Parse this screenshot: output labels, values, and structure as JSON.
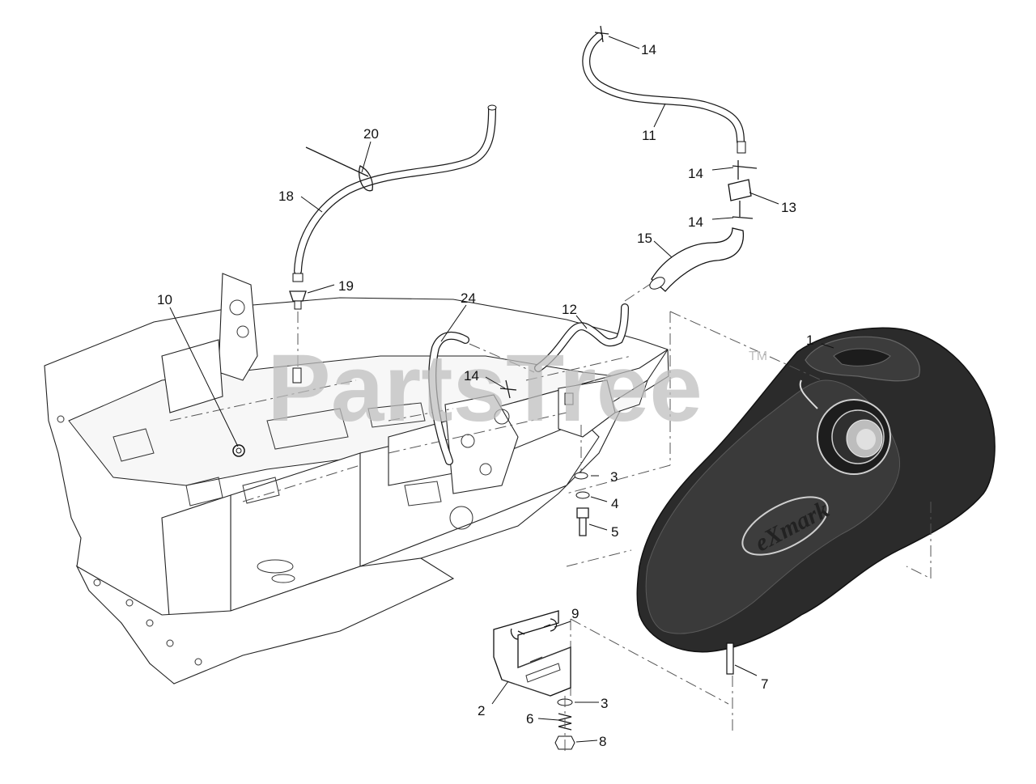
{
  "watermark": {
    "text": "PartsTree",
    "trademark": "TM"
  },
  "tank_brand": "eXmark",
  "callouts": [
    {
      "id": "c1",
      "label": "1"
    },
    {
      "id": "c2",
      "label": "2"
    },
    {
      "id": "c3a",
      "label": "3"
    },
    {
      "id": "c3b",
      "label": "3"
    },
    {
      "id": "c4",
      "label": "4"
    },
    {
      "id": "c5",
      "label": "5"
    },
    {
      "id": "c6",
      "label": "6"
    },
    {
      "id": "c7",
      "label": "7"
    },
    {
      "id": "c8",
      "label": "8"
    },
    {
      "id": "c9",
      "label": "9"
    },
    {
      "id": "c10",
      "label": "10"
    },
    {
      "id": "c11",
      "label": "11"
    },
    {
      "id": "c12",
      "label": "12"
    },
    {
      "id": "c13",
      "label": "13"
    },
    {
      "id": "c14a",
      "label": "14"
    },
    {
      "id": "c14b",
      "label": "14"
    },
    {
      "id": "c14c",
      "label": "14"
    },
    {
      "id": "c14d",
      "label": "14"
    },
    {
      "id": "c15",
      "label": "15"
    },
    {
      "id": "c18",
      "label": "18"
    },
    {
      "id": "c19",
      "label": "19"
    },
    {
      "id": "c20",
      "label": "20"
    },
    {
      "id": "c24",
      "label": "24"
    }
  ]
}
